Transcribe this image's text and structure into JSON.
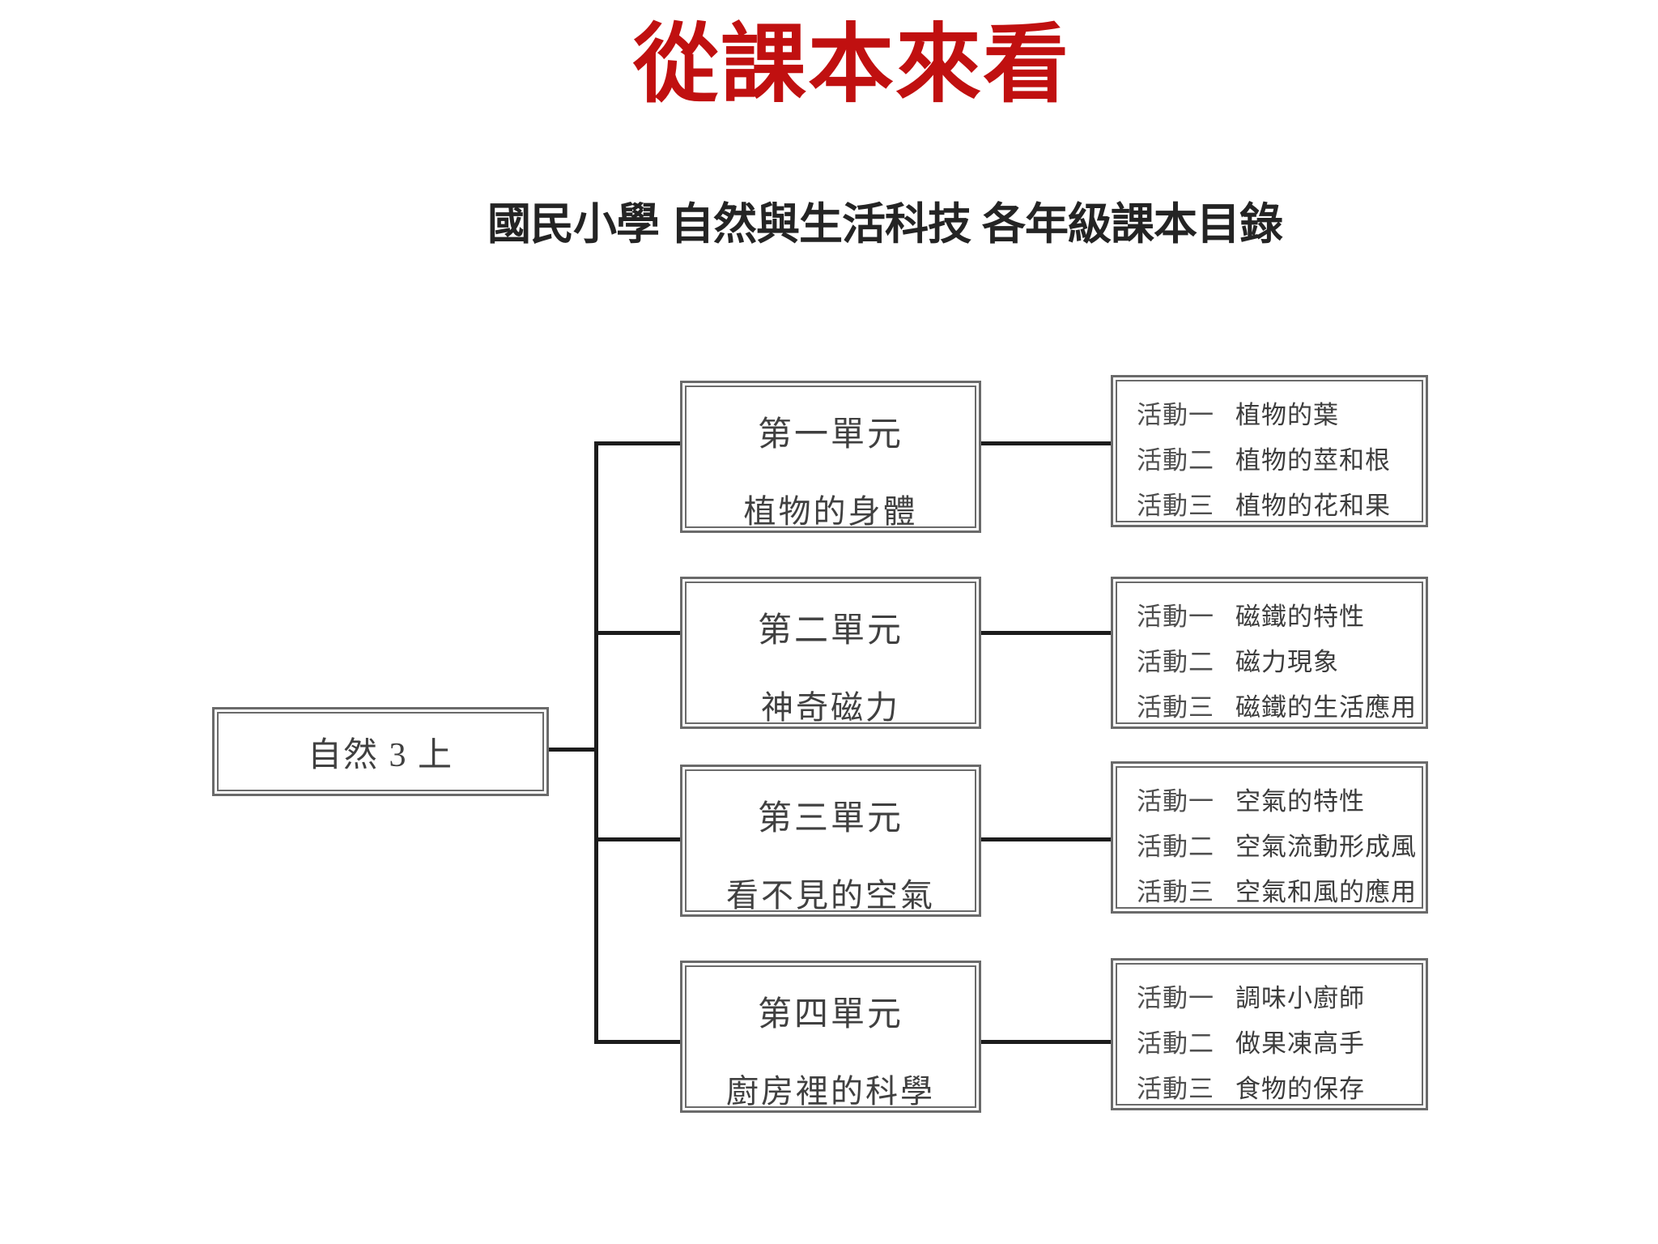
{
  "slide": {
    "title": "從課本來看",
    "subtitle": "國民小學 自然與生活科技 各年級課本目錄"
  },
  "diagram": {
    "root_label": "自然 3 上",
    "units": [
      {
        "title": "第一單元",
        "name": "植物的身體",
        "activities": [
          {
            "label": "活動一",
            "name": "植物的葉"
          },
          {
            "label": "活動二",
            "name": "植物的莖和根"
          },
          {
            "label": "活動三",
            "name": "植物的花和果"
          }
        ]
      },
      {
        "title": "第二單元",
        "name": "神奇磁力",
        "activities": [
          {
            "label": "活動一",
            "name": "磁鐵的特性"
          },
          {
            "label": "活動二",
            "name": "磁力現象"
          },
          {
            "label": "活動三",
            "name": "磁鐵的生活應用"
          }
        ]
      },
      {
        "title": "第三單元",
        "name": "看不見的空氣",
        "activities": [
          {
            "label": "活動一",
            "name": "空氣的特性"
          },
          {
            "label": "活動二",
            "name": "空氣流動形成風"
          },
          {
            "label": "活動三",
            "name": "空氣和風的應用"
          }
        ]
      },
      {
        "title": "第四單元",
        "name": "廚房裡的科學",
        "activities": [
          {
            "label": "活動一",
            "name": "調味小廚師"
          },
          {
            "label": "活動二",
            "name": "做果凍高手"
          },
          {
            "label": "活動三",
            "name": "食物的保存"
          }
        ]
      }
    ]
  },
  "colors": {
    "title_red": "#c01010",
    "connector": "#1c1c1c",
    "border_gray": "#6a6a6a",
    "box_text": "#404040",
    "subtitle_text": "#242424",
    "background": "#ffffff"
  }
}
